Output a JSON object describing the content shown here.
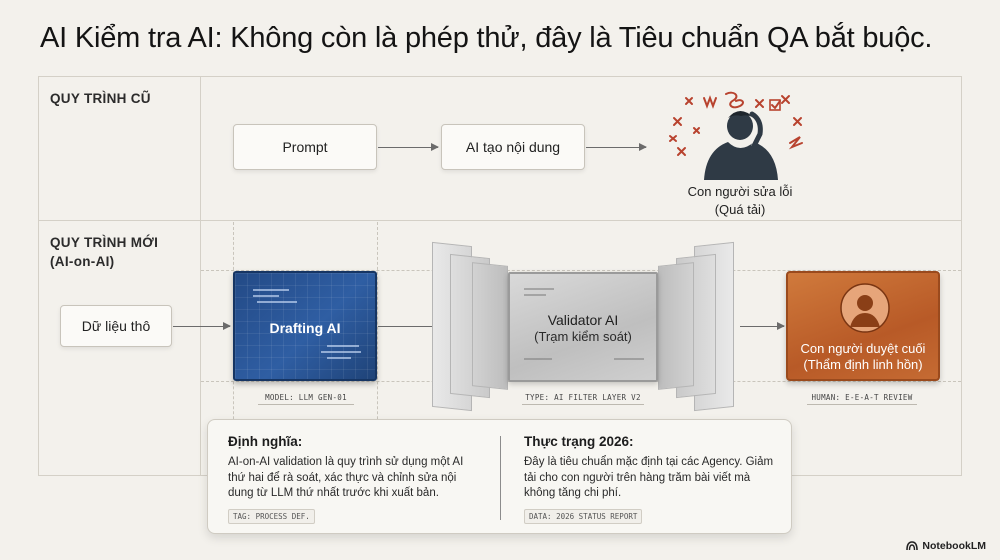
{
  "title": "AI Kiểm tra AI: Không còn là phép thử, đây là Tiêu chuẩn QA bắt buộc.",
  "old_process": {
    "label": "QUY TRÌNH CŨ",
    "steps": [
      "Prompt",
      "AI tạo nội dung"
    ],
    "person_caption_line1": "Con người sửa lỗi",
    "person_caption_line2": "(Quá tải)"
  },
  "new_process": {
    "label_line1": "QUY TRÌNH MỚI",
    "label_line2": "(AI-on-AI)",
    "raw_data": "Dữ liệu thô",
    "drafting": {
      "label": "Drafting AI",
      "tag": "MODEL: LLM GEN-01"
    },
    "validator": {
      "label": "Validator AI",
      "sublabel": "(Trạm kiểm soát)",
      "tag": "TYPE: AI FILTER LAYER V2"
    },
    "human": {
      "label": "Con người duyệt cuối",
      "sublabel": "(Thẩm định linh hồn)",
      "tag": "HUMAN: E-E-A-T REVIEW"
    }
  },
  "info": {
    "definition": {
      "heading": "Định nghĩa:",
      "text": "AI-on-AI validation là quy trình sử dụng một AI thứ hai để rà soát, xác thực và chỉnh sửa nội dung từ LLM thứ nhất trước khi xuất bản.",
      "tag": "TAG: PROCESS DEF."
    },
    "status": {
      "heading": "Thực trạng 2026:",
      "text": "Đây là tiêu chuẩn mặc định tại các Agency. Giảm tải cho con người trên hàng trăm bài viết mà không tăng chi phí.",
      "tag": "DATA: 2026 STATUS REPORT"
    }
  },
  "brand": "NotebookLM",
  "colors": {
    "drafting": "#2f5ea3",
    "human": "#b85a27",
    "validator": "#c4c4c4",
    "background": "#f3f1ec"
  }
}
